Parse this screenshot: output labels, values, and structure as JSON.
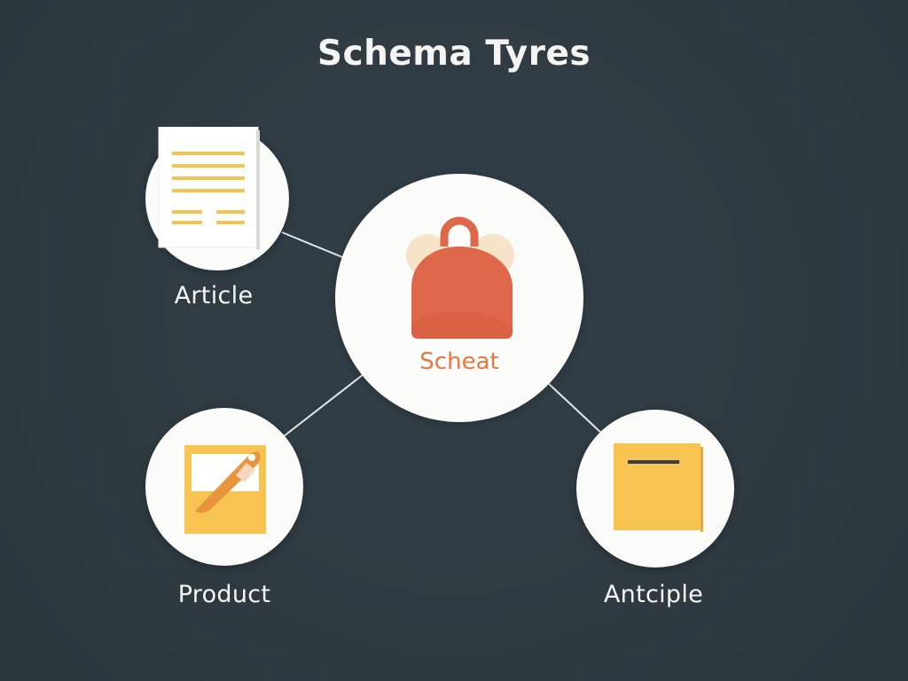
{
  "title": "Schema Tyres",
  "nodes": {
    "center": {
      "label": "Scheat",
      "icon": "lock-icon"
    },
    "article": {
      "label": "Article",
      "icon": "document-icon"
    },
    "product": {
      "label": "Product",
      "icon": "edit-note-icon"
    },
    "anticiple": {
      "label": "Antciple",
      "icon": "note-icon"
    }
  },
  "colors": {
    "background": "#2f3a41",
    "circle": "#fbfbfa",
    "line": "#e6e8e8",
    "label_text": "#f6f6f4",
    "accent_orange": "#e97840",
    "lock_red": "#e0684a",
    "note_yellow": "#f7c452",
    "doc_lines": "#f4c44e"
  }
}
